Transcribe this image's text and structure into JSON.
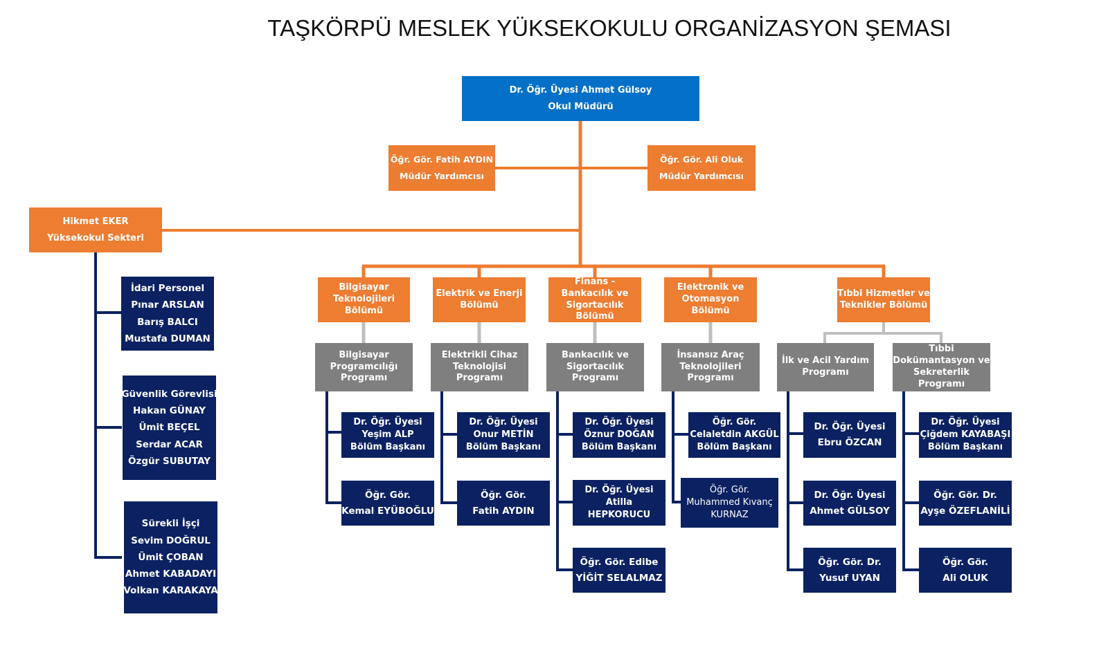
{
  "title": "TAŞKÖRPÜ MESLEK YÜKSEKOKULU ORGANİZASYON ŞEMASI",
  "colors": {
    "blue": "#0570c7",
    "orange": "#ed7d31",
    "gray": "#7f7f7f",
    "navy": "#0b2161",
    "grayline": "#bfbfbf"
  },
  "director": {
    "lines": [
      "Dr. Öğr. Üyesi Ahmet Gülsoy",
      "Okul Müdürü"
    ]
  },
  "deputies": [
    {
      "lines": [
        "Öğr. Gör. Fatih AYDIN",
        "Müdür Yardımcısı"
      ]
    },
    {
      "lines": [
        "Öğr. Gör. Ali Oluk",
        "Müdür Yardımcısı"
      ]
    }
  ],
  "secretary": {
    "lines": [
      "Hikmet EKER",
      "Yüksekokul Sekteri"
    ]
  },
  "staff": [
    {
      "lines": [
        "İdari Personel",
        "Pınar ARSLAN",
        "Barış BALCI",
        "Mustafa DUMAN"
      ]
    },
    {
      "lines": [
        "Güvenlik Görevlisi",
        "Hakan GÜNAY",
        "Ümit BEÇEL",
        "Serdar ACAR",
        "Özgür SUBUTAY"
      ]
    },
    {
      "lines": [
        "Sürekli İşçi",
        "Sevim DOĞRUL",
        "Ümit ÇOBAN",
        "Ahmet KABADAYI",
        "Volkan KARAKAYA"
      ]
    }
  ],
  "departments": [
    {
      "lines": [
        "Bilgisayar Teknolojileri Bölümü"
      ]
    },
    {
      "lines": [
        "Elektrik ve Enerji Bölümü"
      ]
    },
    {
      "lines": [
        "Finans - Bankacılık ve Sigortacılık Bölümü"
      ]
    },
    {
      "lines": [
        "Elektronik ve Otomasyon Bölümü"
      ]
    },
    {
      "lines": [
        "Tıbbi Hizmetler ve Teknikler Bölümü"
      ]
    }
  ],
  "programs": [
    {
      "lines": [
        "Bilgisayar Programcılığı Programı"
      ]
    },
    {
      "lines": [
        "Elektrikli Cihaz Teknolojisi Programı"
      ]
    },
    {
      "lines": [
        "Bankacılık ve Sigortacılık Programı"
      ]
    },
    {
      "lines": [
        "İnsansız Araç Teknolojileri Programı"
      ]
    },
    {
      "lines": [
        "İlk ve Acil Yardım Programı"
      ]
    },
    {
      "lines": [
        "Tıbbi Dokümantasyon ve Sekreterlik Programı"
      ]
    }
  ],
  "faculty": [
    [
      {
        "lines": [
          "Dr. Öğr. Üyesi",
          "Yeşim ALP",
          "Bölüm Başkanı"
        ]
      },
      {
        "lines": [
          "Öğr. Gör.",
          "Kemal EYÜBOĞLU"
        ]
      }
    ],
    [
      {
        "lines": [
          "Dr. Öğr. Üyesi",
          "Onur METİN",
          "Bölüm Başkanı"
        ]
      },
      {
        "lines": [
          "Öğr. Gör.",
          "Fatih AYDIN"
        ]
      }
    ],
    [
      {
        "lines": [
          "Dr. Öğr. Üyesi",
          "Öznur DOĞAN",
          "Bölüm Başkanı"
        ]
      },
      {
        "lines": [
          "Dr. Öğr. Üyesi",
          "Atilla",
          "HEPKORUCU"
        ]
      },
      {
        "lines": [
          "Öğr. Gör. Edibe",
          "YİĞİT SELALMAZ"
        ]
      }
    ],
    [
      {
        "lines": [
          "Öğr. Gör.",
          "Celaletdin AKGÜL",
          "Bölüm Başkanı"
        ]
      },
      {
        "lines": [
          "Öğr. Gör.",
          "Muhammed Kıvanç",
          "KURNAZ"
        ]
      }
    ],
    [
      {
        "lines": [
          "Dr. Öğr. Üyesi",
          "Ebru ÖZCAN"
        ]
      },
      {
        "lines": [
          "Dr. Öğr. Üyesi",
          "Ahmet GÜLSOY"
        ]
      },
      {
        "lines": [
          "Öğr. Gör. Dr.",
          "Yusuf UYAN"
        ]
      }
    ],
    [
      {
        "lines": [
          "Dr. Öğr. Üyesi",
          "Çiğdem KAYABAŞI",
          "Bölüm Başkanı"
        ]
      },
      {
        "lines": [
          "Öğr. Gör. Dr.",
          "Ayşe ÖZEFLANİLİ"
        ]
      },
      {
        "lines": [
          "Öğr. Gör.",
          "Ali OLUK"
        ]
      }
    ]
  ]
}
